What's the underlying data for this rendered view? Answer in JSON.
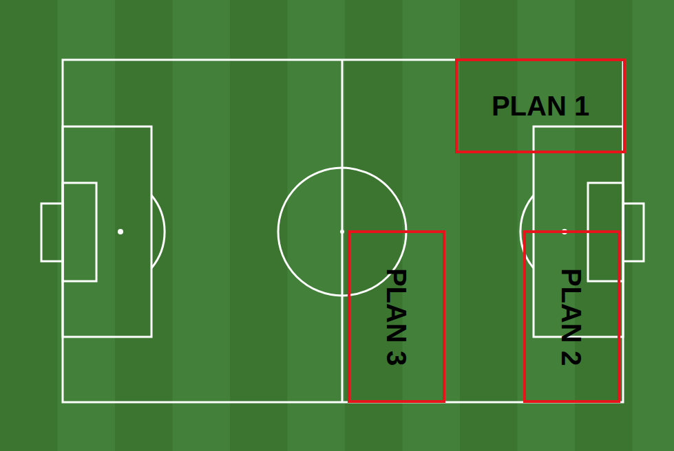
{
  "diagram": {
    "nodes": [
      {
        "text": [
          "PLAN 1"
        ]
      },
      {
        "text": [
          "PLAN 3"
        ]
      },
      {
        "text": [
          "PLAN 2"
        ]
      }
    ]
  }
}
